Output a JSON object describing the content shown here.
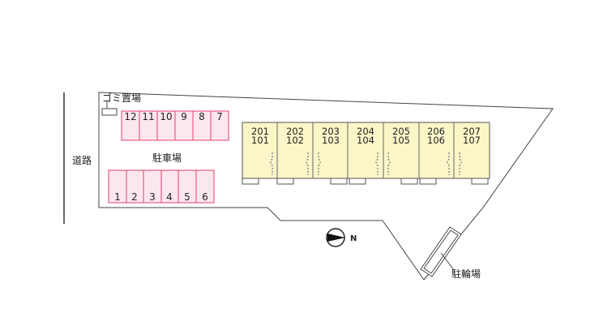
{
  "labels": {
    "road": "道路",
    "garbage": "ゴミ置場",
    "parking": "駐車場",
    "bicycle": "駐輪場",
    "compass_letter": "N"
  },
  "parking_top": [
    "12",
    "11",
    "10",
    "9",
    "8",
    "7"
  ],
  "parking_bottom": [
    "1",
    "2",
    "3",
    "4",
    "5",
    "6"
  ],
  "units": [
    {
      "upper": "201",
      "lower": "101"
    },
    {
      "upper": "202",
      "lower": "102"
    },
    {
      "upper": "203",
      "lower": "103"
    },
    {
      "upper": "204",
      "lower": "104"
    },
    {
      "upper": "205",
      "lower": "105"
    },
    {
      "upper": "206",
      "lower": "106"
    },
    {
      "upper": "207",
      "lower": "107"
    }
  ],
  "colors": {
    "parking_fill": "#fde7ee",
    "parking_stroke": "#e0406a",
    "building_fill": "#fbf6c8",
    "outline": "#333333"
  }
}
